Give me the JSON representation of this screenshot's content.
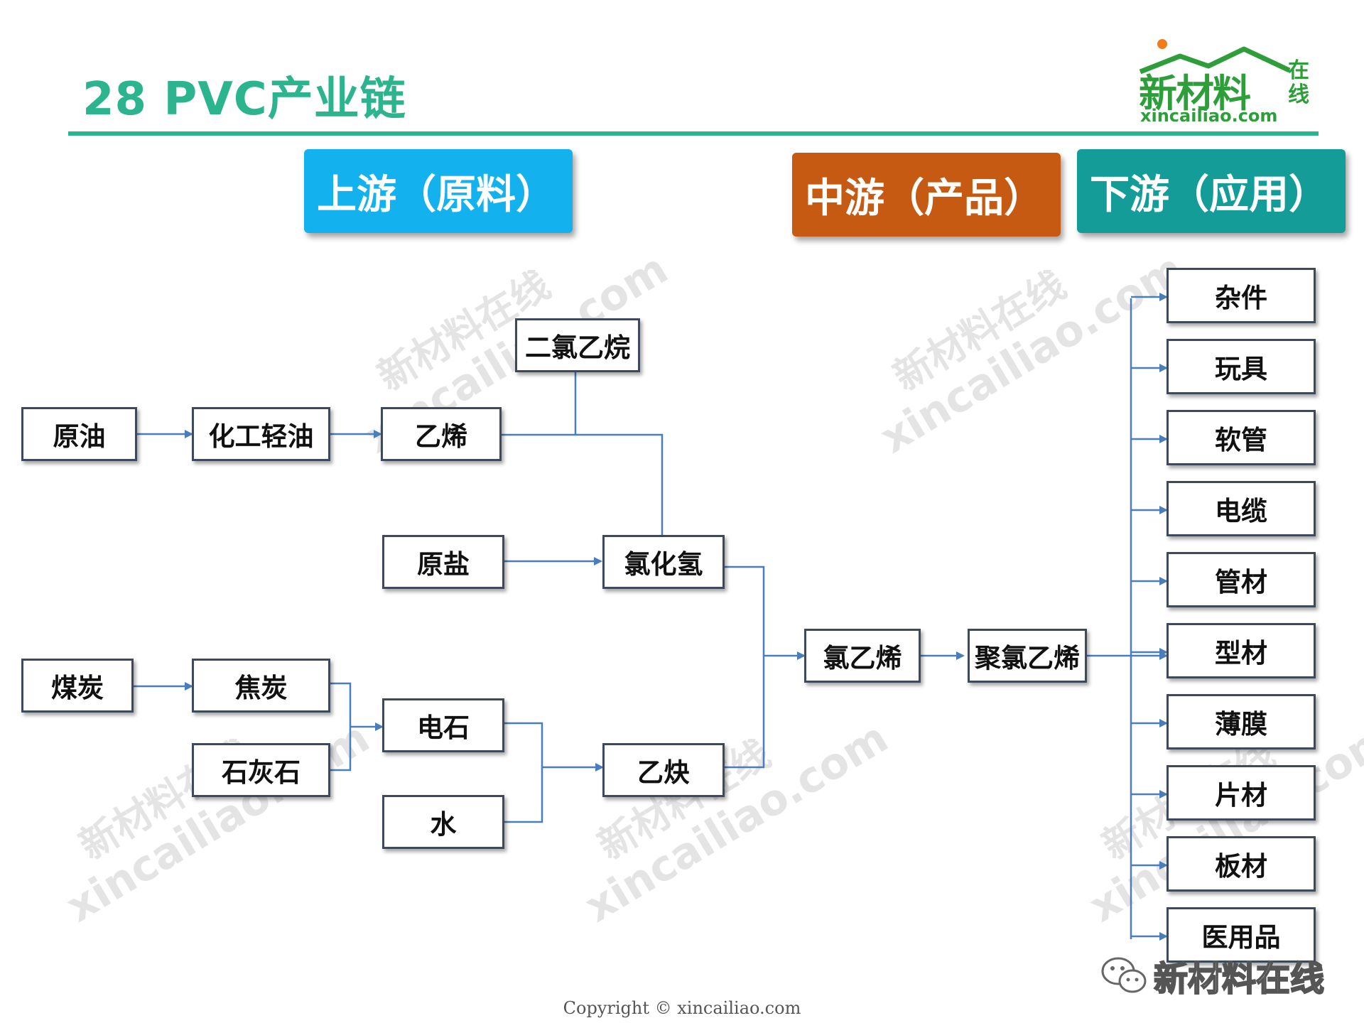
{
  "title": "28  PVC产业链",
  "logo": {
    "main": "新材料",
    "side": "在线",
    "url": "xincailiao.com"
  },
  "banners": {
    "upstream": "上游（原料）",
    "midstream": "中游（产品）",
    "downstream": "下游（应用）"
  },
  "colors": {
    "upstream": "#13b1ed",
    "midstream": "#c65a12",
    "downstream": "#149c98",
    "accent": "#2bb48d",
    "wire": "#4a7ebb"
  },
  "nodes": {
    "crude_oil": "原油",
    "naphtha": "化工轻油",
    "ethylene": "乙烯",
    "edc": "二氯乙烷",
    "salt": "原盐",
    "hcl": "氯化氢",
    "coal": "煤炭",
    "coke": "焦炭",
    "limestone": "石灰石",
    "carbide": "电石",
    "water": "水",
    "acetylene": "乙炔",
    "vcm": "氯乙烯",
    "pvc": "聚氯乙烯"
  },
  "downstream_items": [
    "杂件",
    "玩具",
    "软管",
    "电缆",
    "管材",
    "型材",
    "薄膜",
    "片材",
    "板材",
    "医用品"
  ],
  "watermark": {
    "line1": "新材料在线",
    "line2": "xincailiao.com"
  },
  "wechat_label": "新材料在线",
  "copyright": "Copyright © xincailiao.com"
}
